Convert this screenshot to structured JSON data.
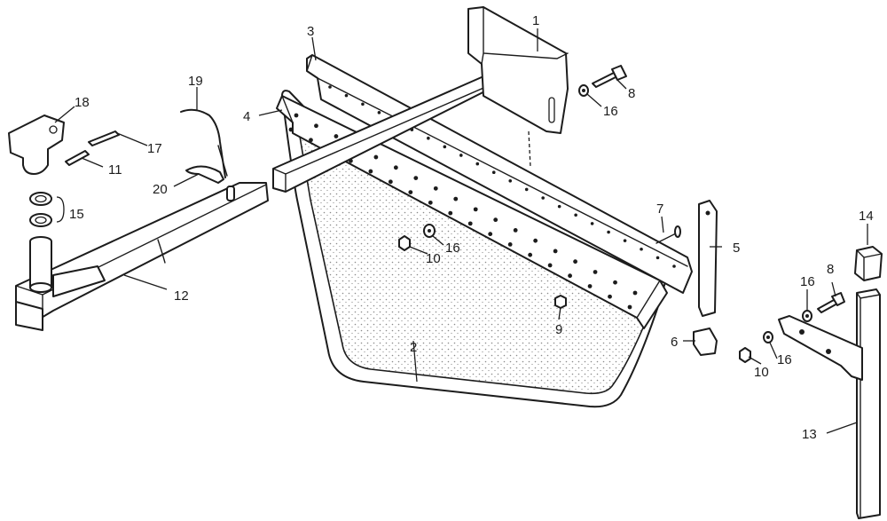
{
  "colors": {
    "ink": "#1c1c1c",
    "paper": "#ffffff",
    "mesh": "#8a8a8a"
  },
  "callouts": {
    "c1": "1",
    "c2": "2",
    "c3": "3",
    "c4": "4",
    "c5": "5",
    "c6": "6",
    "c7": "7",
    "c8a": "8",
    "c8b": "8",
    "c9": "9",
    "c10a": "10",
    "c10b": "10",
    "c11": "11",
    "c12": "12",
    "c13": "13",
    "c14": "14",
    "c15": "15",
    "c16a": "16",
    "c16b": "16",
    "c16c": "16",
    "c17": "17",
    "c18": "18",
    "c19": "19",
    "c20": "20"
  }
}
